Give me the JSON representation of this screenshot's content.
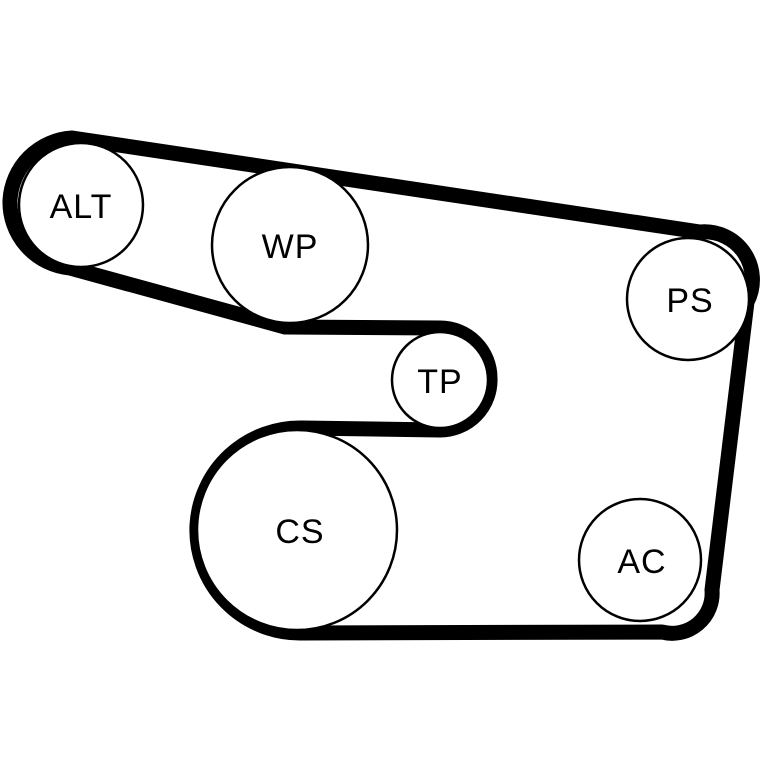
{
  "pulleys": {
    "alt": {
      "label": "ALT"
    },
    "wp": {
      "label": "WP"
    },
    "ps": {
      "label": "PS"
    },
    "tp": {
      "label": "TP"
    },
    "cs": {
      "label": "CS"
    },
    "ac": {
      "label": "AC"
    }
  }
}
